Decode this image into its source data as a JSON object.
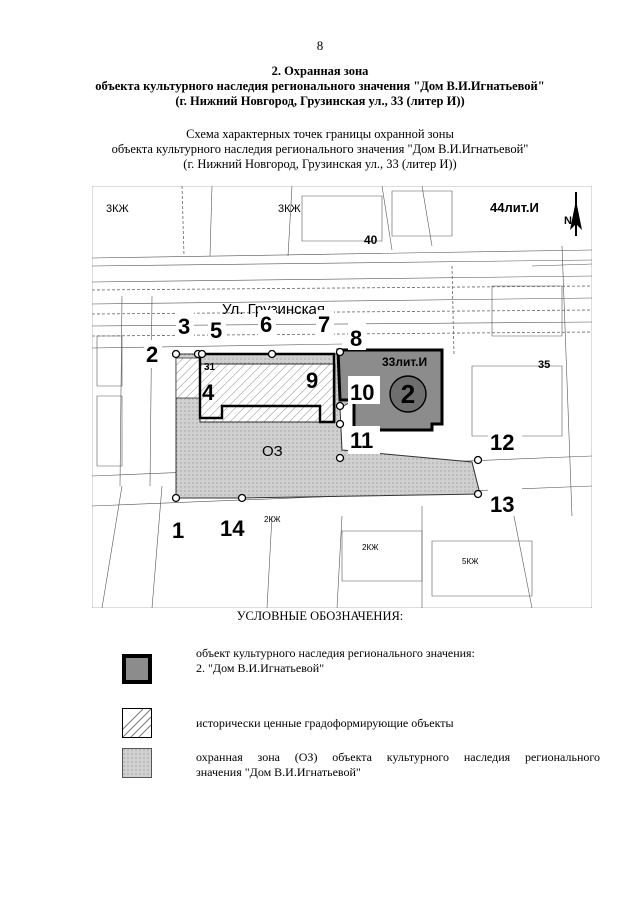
{
  "page_number": "8",
  "heading": {
    "line1": "2. Охранная зона",
    "line2": "объекта культурного наследия регионального значения \"Дом В.И.Игнатьевой\"",
    "line3": "(г. Нижний Новгород, Грузинская  ул., 33 (литер И))"
  },
  "subheading": {
    "line1": "Схема характерных точек границы охранной зоны",
    "line2": "объекта культурного  наследия регионального значения \"Дом В.И.Игнатьевой\"",
    "line3": "(г. Нижний Новгород, Грузинская ул., 33 (литер И))"
  },
  "map": {
    "labels": {
      "zkzh_left": "3КЖ",
      "zkzh_mid": "3КЖ",
      "building_44": "44лит.И",
      "num_40": "40",
      "street": "Ул. Грузинская",
      "building_33": "33лит.И",
      "num_35": "35",
      "num_31": "31",
      "object_number": "2",
      "zone": "ОЗ",
      "zh_1": "2КЖ",
      "zh_2": "2КЖ",
      "zh_3": "5КЖ",
      "north": "N"
    },
    "points": [
      "1",
      "2",
      "3",
      "4",
      "5",
      "6",
      "7",
      "8",
      "9",
      "10",
      "11",
      "12",
      "13",
      "14"
    ]
  },
  "legend": {
    "title": "УСЛОВНЫЕ ОБОЗНАЧЕНИЯ:",
    "object_line1": "объект культурного  наследия регионального значения:",
    "object_line2": "2. \"Дом  В.И.Игнатьевой\"",
    "historic": "исторически ценные градоформирующие  объекты",
    "zone_line1": "охранная  зона  (ОЗ)  объекта  культурного  наследия  регионального",
    "zone_line2": "значения \"Дом В.И.Игнатьевой\""
  }
}
